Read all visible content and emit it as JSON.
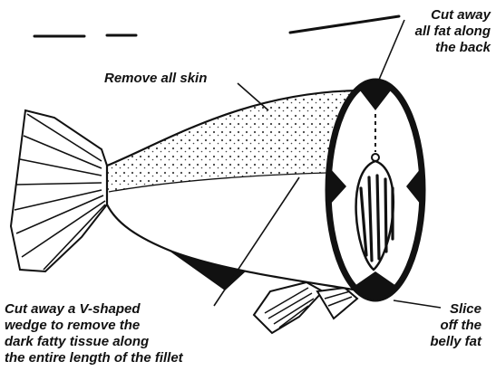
{
  "labels": {
    "remove_skin": [
      "Remove all skin"
    ],
    "cut_fat_back": [
      "Cut away",
      "all fat along",
      "the back"
    ],
    "v_wedge": [
      "Cut away a V-shaped",
      "wedge to remove the",
      "dark fatty tissue along",
      "the entire length of the fillet"
    ],
    "belly_fat": [
      "Slice",
      "off the",
      "belly fat"
    ]
  },
  "colors": {
    "ink": "#111111",
    "paper": "#ffffff"
  }
}
